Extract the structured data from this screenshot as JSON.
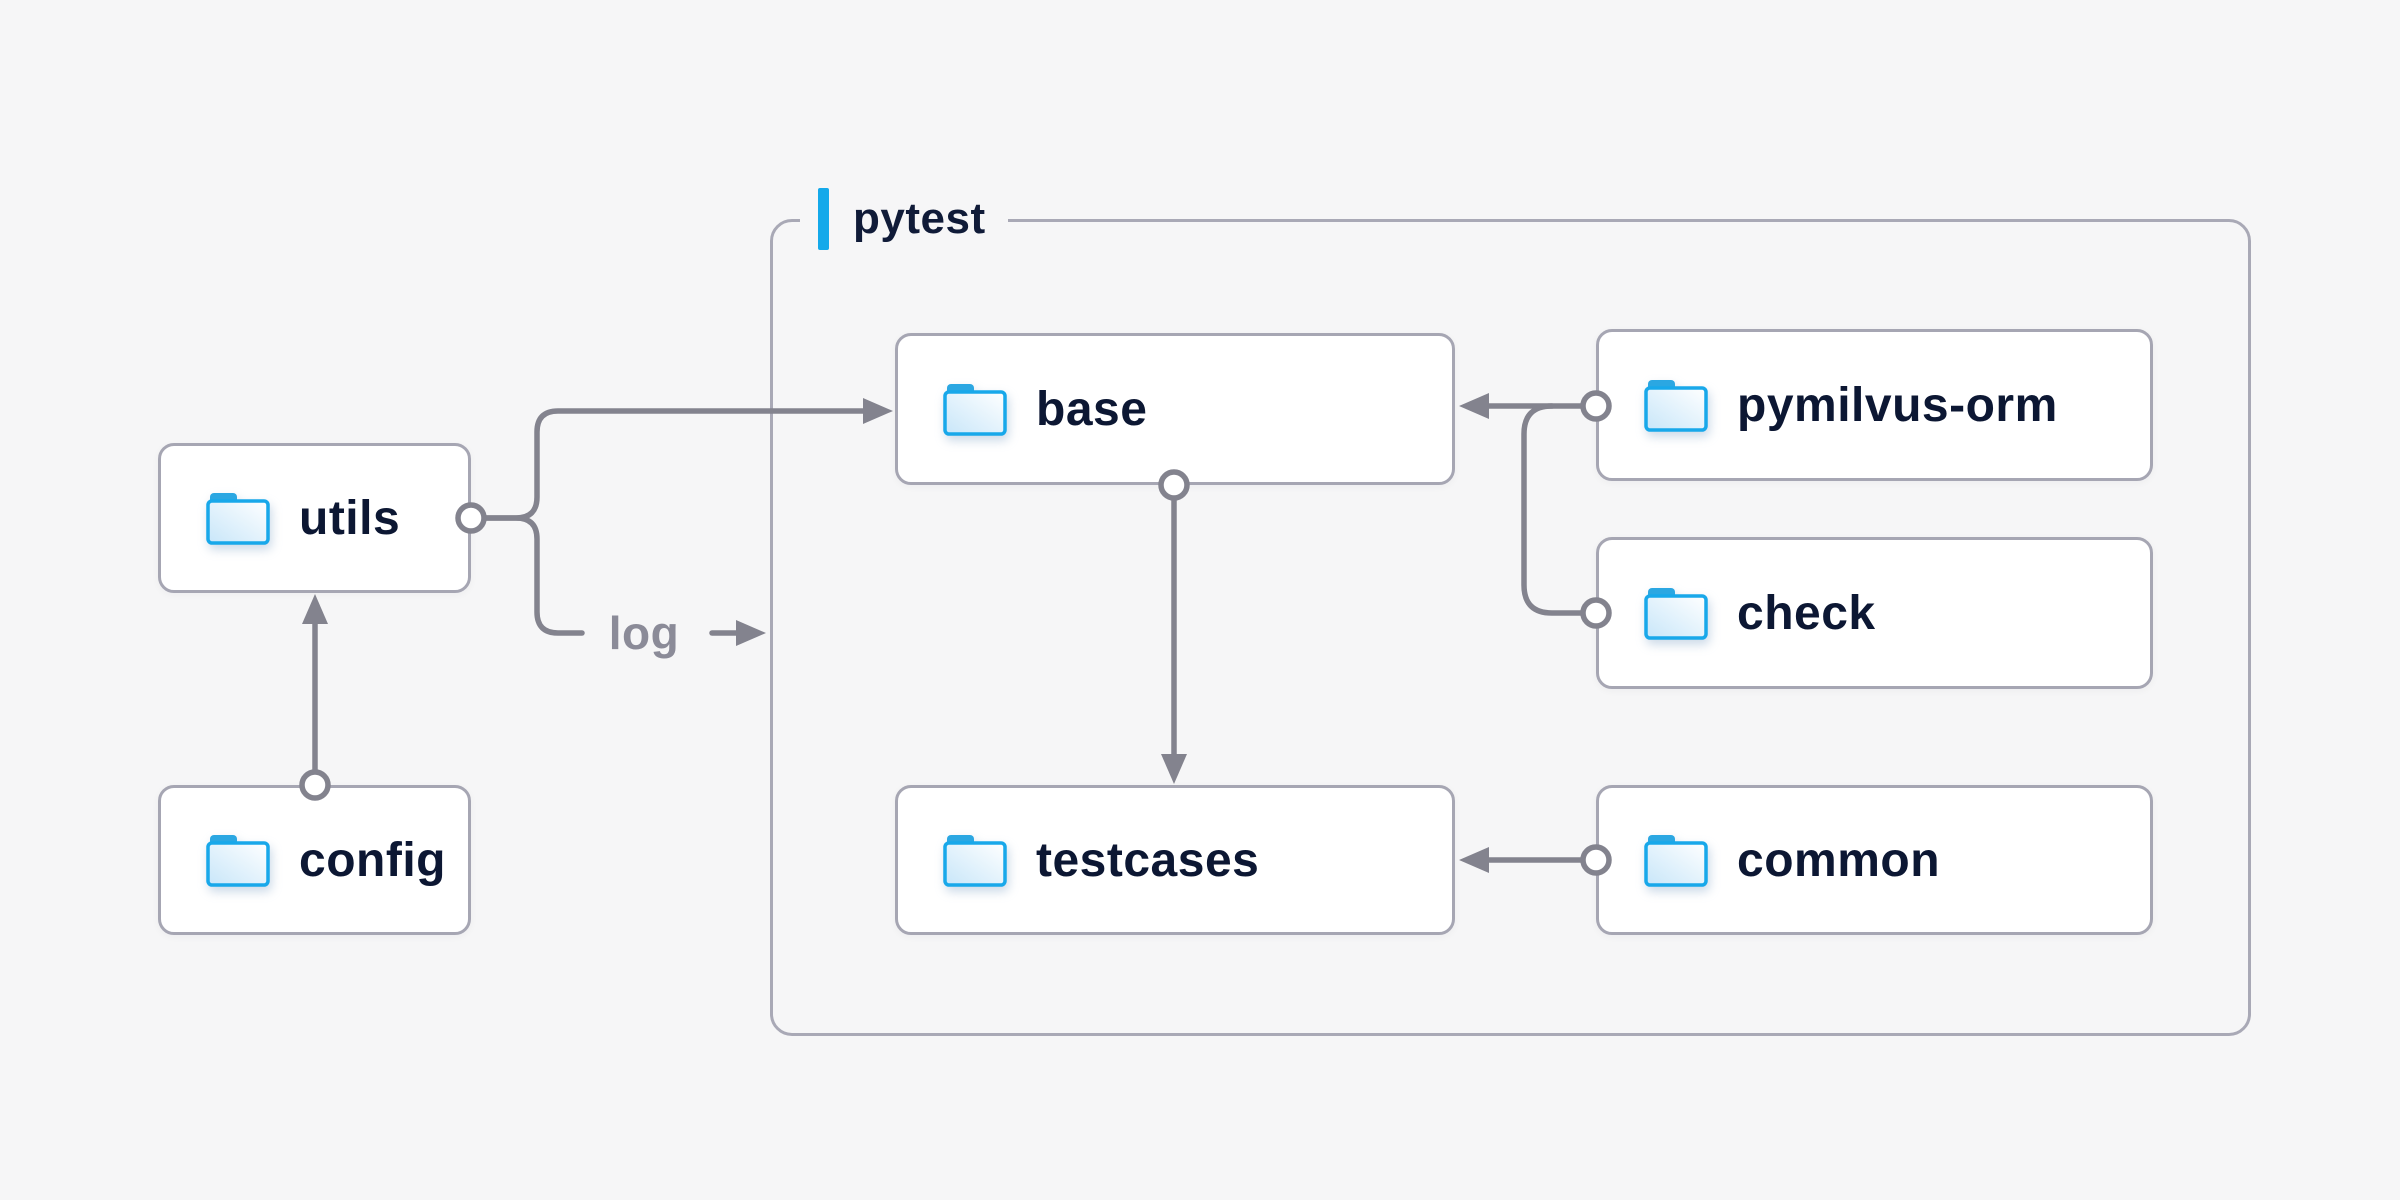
{
  "diagram": {
    "background": "#f6f6f7",
    "container": {
      "label": "pytest",
      "accent_color": "#14a9ea"
    },
    "nodes": [
      {
        "id": "utils",
        "label": "utils",
        "icon": "folder-icon",
        "group": null
      },
      {
        "id": "config",
        "label": "config",
        "icon": "folder-icon",
        "group": null
      },
      {
        "id": "base",
        "label": "base",
        "icon": "folder-icon",
        "group": "pytest"
      },
      {
        "id": "pymilvus-orm",
        "label": "pymilvus-orm",
        "icon": "folder-icon",
        "group": "pytest"
      },
      {
        "id": "check",
        "label": "check",
        "icon": "folder-icon",
        "group": "pytest"
      },
      {
        "id": "testcases",
        "label": "testcases",
        "icon": "folder-icon",
        "group": "pytest"
      },
      {
        "id": "common",
        "label": "common",
        "icon": "folder-icon",
        "group": "pytest"
      }
    ],
    "edges": [
      {
        "from": "config",
        "to": "utils",
        "style": "circle-to-arrow"
      },
      {
        "from": "utils",
        "to": "base",
        "style": "circle-to-arrow"
      },
      {
        "from": "utils",
        "to": "pytest",
        "style": "circle-to-arrow",
        "label": "log"
      },
      {
        "from": "base",
        "to": "testcases",
        "style": "circle-to-arrow"
      },
      {
        "from": "pymilvus-orm",
        "to": "base",
        "style": "circle-to-arrow"
      },
      {
        "from": "check",
        "to": "base",
        "style": "circle-to-arrow"
      },
      {
        "from": "common",
        "to": "testcases",
        "style": "circle-to-arrow"
      }
    ],
    "edge_labels": {
      "log": "log"
    },
    "colors": {
      "node_bg": "#ffffff",
      "node_border": "#a6a6b3",
      "node_text": "#0c1733",
      "line": "#83838e",
      "edge_label_text": "#8b8b98",
      "folder_blue": "#18a8ea"
    }
  }
}
